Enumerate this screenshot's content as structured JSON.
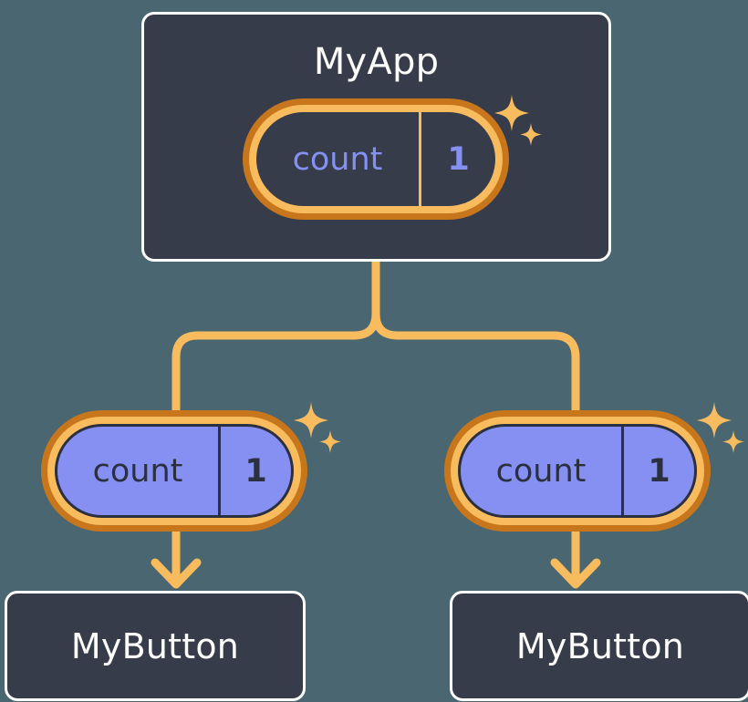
{
  "theme": {
    "background": "#4a6670",
    "panel_fill": "#373c4b",
    "panel_border": "#ffffff",
    "ring_outer": "#c8761c",
    "ring_inner": "#f8bc5e",
    "state_fill": "#8690f2",
    "state_text_dark": "#2b3040",
    "state_text_light": "#8690f2",
    "connector": "#f8bc5e"
  },
  "diagram": {
    "type": "component-state-tree",
    "root": {
      "name": "app-node",
      "title": "MyApp",
      "state": {
        "key": "count",
        "value": "1",
        "filled": false,
        "sparkle": true
      }
    },
    "branches": [
      {
        "name": "branch-left",
        "state": {
          "key": "count",
          "value": "1",
          "filled": true,
          "sparkle": true
        },
        "leaf": {
          "name": "button-node-left",
          "title": "MyButton"
        }
      },
      {
        "name": "branch-right",
        "state": {
          "key": "count",
          "value": "1",
          "filled": true,
          "sparkle": true
        },
        "leaf": {
          "name": "button-node-right",
          "title": "MyButton"
        }
      }
    ],
    "icons": {
      "sparkle_large": "sparkle-icon",
      "sparkle_small": "sparkle-small-icon",
      "arrow": "arrow-down-icon"
    }
  }
}
